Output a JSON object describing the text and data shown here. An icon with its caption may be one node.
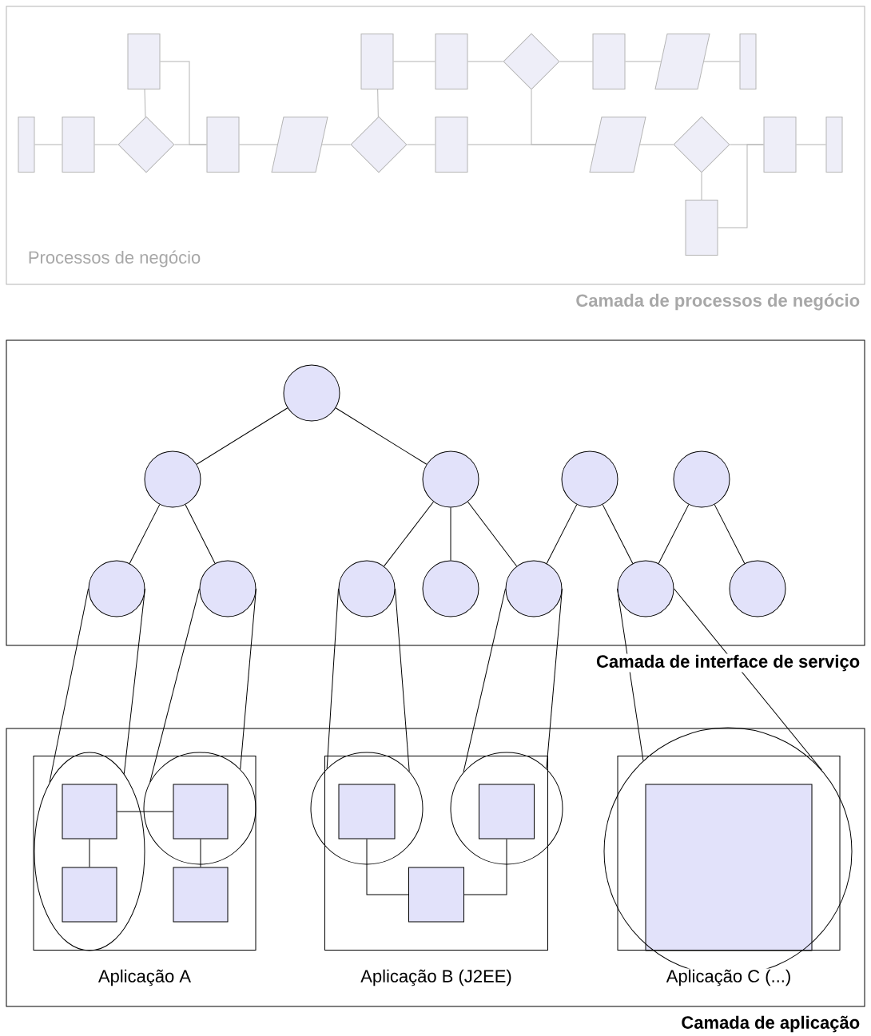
{
  "diagram": {
    "nodes": [
      {
        "text": [
          "Processos de negócio",
          "Camada de processos de negócio"
        ]
      },
      {
        "text": [],
        "shape": "box",
        "in": 0
      },
      {
        "text": [],
        "shape": "box",
        "in": 0
      },
      {
        "text": [],
        "shape": "box",
        "in": 0
      },
      {
        "text": [],
        "shape": "diamond",
        "in": 0
      },
      {
        "text": [],
        "shape": "box",
        "in": 0
      },
      {
        "text": [],
        "shape": "parallelogram",
        "in": 0
      },
      {
        "text": [],
        "shape": "box",
        "in": 0
      },
      {
        "text": [],
        "shape": "box",
        "in": 0
      },
      {
        "text": [],
        "shape": "box",
        "in": 0
      },
      {
        "text": [],
        "shape": "diamond",
        "in": 0
      },
      {
        "text": [],
        "shape": "box",
        "in": 0
      },
      {
        "text": [],
        "shape": "parallelogram",
        "in": 0
      },
      {
        "text": [],
        "shape": "diamond",
        "in": 0
      },
      {
        "text": [],
        "shape": "box",
        "in": 0
      },
      {
        "text": [],
        "shape": "parallelogram",
        "in": 0
      },
      {
        "text": [],
        "shape": "diamond",
        "in": 0
      },
      {
        "text": [],
        "shape": "box",
        "in": 0
      },
      {
        "text": [],
        "shape": "box",
        "in": 0
      },
      {
        "text": [],
        "shape": "box",
        "in": 0
      },
      {
        "text": [
          "Camada de interface de serviço"
        ]
      },
      {
        "text": [],
        "shape": "circle",
        "in": 20
      },
      {
        "text": [],
        "shape": "circle",
        "in": 20
      },
      {
        "text": [],
        "shape": "circle",
        "in": 20
      },
      {
        "text": [],
        "shape": "circle",
        "in": 20
      },
      {
        "text": [],
        "shape": "circle",
        "in": 20
      },
      {
        "text": [],
        "shape": "circle",
        "in": 20
      },
      {
        "text": [],
        "shape": "circle",
        "in": 20
      },
      {
        "text": [],
        "shape": "circle",
        "in": 20
      },
      {
        "text": [],
        "shape": "circle",
        "in": 20
      },
      {
        "text": [],
        "shape": "circle",
        "in": 20
      },
      {
        "text": [],
        "shape": "circle",
        "in": 20
      },
      {
        "text": [],
        "shape": "circle",
        "in": 20
      },
      {
        "text": [
          "Camada de aplicação"
        ]
      },
      {
        "text": [
          "Aplicação A"
        ],
        "in": 33
      },
      {
        "text": [],
        "shape": "ellipse",
        "in": 34
      },
      {
        "text": [],
        "shape": "circle",
        "in": 34
      },
      {
        "text": [],
        "shape": "box",
        "in": 35
      },
      {
        "text": [],
        "shape": "box",
        "in": 36
      },
      {
        "text": [],
        "shape": "box",
        "in": 35
      },
      {
        "text": [],
        "shape": "box",
        "in": 34
      },
      {
        "text": [
          "Aplicação B (J2EE)"
        ],
        "in": 33
      },
      {
        "text": [],
        "shape": "circle",
        "in": 41
      },
      {
        "text": [],
        "shape": "circle",
        "in": 41
      },
      {
        "text": [],
        "shape": "box",
        "in": 42
      },
      {
        "text": [],
        "shape": "box",
        "in": 43
      },
      {
        "text": [],
        "shape": "box",
        "in": 41
      },
      {
        "text": [
          "Aplicação C (...)"
        ],
        "in": 48
      },
      {
        "text": [],
        "shape": "circle",
        "in": 33
      },
      {
        "text": [],
        "shape": "box",
        "in": 47
      }
    ],
    "edges": [
      {
        "from": 2,
        "to": 3,
        "arrow": "none",
        "color": "#b4b4b4"
      },
      {
        "from": 3,
        "to": 4,
        "arrow": "none",
        "color": "#b4b4b4"
      },
      {
        "from": 4,
        "to": 5,
        "arrow": "none",
        "color": "#b4b4b4"
      },
      {
        "from": 5,
        "to": 6,
        "arrow": "none",
        "color": "#b4b4b4"
      },
      {
        "from": 6,
        "to": 7,
        "arrow": "none",
        "color": "#b4b4b4"
      },
      {
        "from": 1,
        "to": 10,
        "arrow": "none",
        "color": "#b4b4b4"
      },
      {
        "from": 1,
        "to": 11,
        "arrow": "none",
        "color": "#b4b4b4"
      },
      {
        "from": 8,
        "to": 9,
        "arrow": "none",
        "color": "#b4b4b4"
      },
      {
        "from": 9,
        "to": 10,
        "arrow": "none",
        "color": "#b4b4b4"
      },
      {
        "from": 10,
        "to": 11,
        "arrow": "none",
        "color": "#b4b4b4"
      },
      {
        "from": 11,
        "to": 12,
        "arrow": "none",
        "color": "#b4b4b4"
      },
      {
        "from": 12,
        "to": 13,
        "arrow": "none",
        "color": "#b4b4b4"
      },
      {
        "from": 13,
        "to": 14,
        "arrow": "none",
        "color": "#b4b4b4"
      },
      {
        "from": 2,
        "to": 13,
        "arrow": "none",
        "color": "#b4b4b4"
      },
      {
        "from": 14,
        "to": 15,
        "arrow": "none",
        "color": "#b4b4b4"
      },
      {
        "from": 4,
        "to": 15,
        "arrow": "none",
        "color": "#b4b4b4"
      },
      {
        "from": 15,
        "to": 16,
        "arrow": "none",
        "color": "#b4b4b4"
      },
      {
        "from": 16,
        "to": 17,
        "arrow": "none",
        "color": "#b4b4b4"
      },
      {
        "from": 19,
        "to": 17,
        "arrow": "none",
        "color": "#b4b4b4"
      },
      {
        "from": 16,
        "to": 19,
        "arrow": "none",
        "color": "#b4b4b4"
      },
      {
        "from": 17,
        "to": 18,
        "arrow": "none",
        "color": "#b4b4b4"
      },
      {
        "from": 21,
        "to": 22,
        "arrow": "none",
        "color": "#000000"
      },
      {
        "from": 21,
        "to": 23,
        "arrow": "none",
        "color": "#000000"
      },
      {
        "from": 22,
        "to": 26,
        "arrow": "none",
        "color": "#000000"
      },
      {
        "from": 22,
        "to": 27,
        "arrow": "none",
        "color": "#000000"
      },
      {
        "from": 23,
        "to": 28,
        "arrow": "none",
        "color": "#000000"
      },
      {
        "from": 23,
        "to": 29,
        "arrow": "none",
        "color": "#000000"
      },
      {
        "from": 23,
        "to": 30,
        "arrow": "none",
        "color": "#000000"
      },
      {
        "from": 24,
        "to": 30,
        "arrow": "none",
        "color": "#000000"
      },
      {
        "from": 24,
        "to": 31,
        "arrow": "none",
        "color": "#000000"
      },
      {
        "from": 25,
        "to": 31,
        "arrow": "none",
        "color": "#000000"
      },
      {
        "from": 25,
        "to": 32,
        "arrow": "none",
        "color": "#000000"
      },
      {
        "from": 26,
        "to": 35,
        "arrow": "none",
        "color": "#000000"
      },
      {
        "from": 26,
        "to": 35,
        "arrow": "none",
        "color": "#000000"
      },
      {
        "from": 27,
        "to": 36,
        "arrow": "none",
        "color": "#000000"
      },
      {
        "from": 27,
        "to": 36,
        "arrow": "none",
        "color": "#000000"
      },
      {
        "from": 28,
        "to": 42,
        "arrow": "none",
        "color": "#000000"
      },
      {
        "from": 28,
        "to": 42,
        "arrow": "none",
        "color": "#000000"
      },
      {
        "from": 30,
        "to": 43,
        "arrow": "none",
        "color": "#000000"
      },
      {
        "from": 30,
        "to": 43,
        "arrow": "none",
        "color": "#000000"
      },
      {
        "from": 31,
        "to": 48,
        "arrow": "none",
        "color": "#000000"
      },
      {
        "from": 31,
        "to": 48,
        "arrow": "none",
        "color": "#000000"
      },
      {
        "from": 37,
        "to": 38,
        "arrow": "none",
        "color": "#000000"
      },
      {
        "from": 37,
        "to": 39,
        "arrow": "none",
        "color": "#000000"
      },
      {
        "from": 38,
        "to": 40,
        "arrow": "none",
        "color": "#000000"
      },
      {
        "from": 44,
        "to": 46,
        "arrow": "none",
        "color": "#000000"
      },
      {
        "from": 45,
        "to": 46,
        "arrow": "none",
        "color": "#000000"
      }
    ]
  }
}
